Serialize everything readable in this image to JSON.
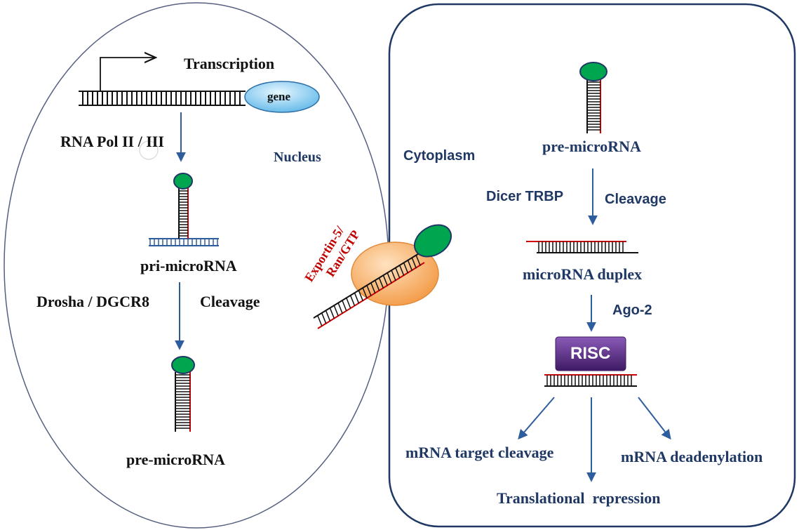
{
  "nucleus": {
    "transcription": "Transcription",
    "gene": "gene",
    "rna_pol": "RNA Pol II / III",
    "nucleus_label": "Nucleus",
    "pri_mirna": "pri-microRNA",
    "drosha": "Drosha / DGCR8",
    "cleavage": "Cleavage",
    "pre_mirna": "pre-microRNA"
  },
  "export": {
    "exportin_line1": "Exportin-5/",
    "exportin_line2": "Ran/GTP"
  },
  "cytoplasm": {
    "cytoplasm_label": "Cytoplasm",
    "pre_mirna": "pre-microRNA",
    "dicer": "Dicer TRBP",
    "cleavage": "Cleavage",
    "duplex": "microRNA duplex",
    "ago2": "Ago-2",
    "risc": "RISC",
    "target_cleavage": "mRNA target cleavage",
    "deadenylation": "mRNA deadenylation",
    "repression": "Translational  repression"
  },
  "colors": {
    "arrow": "#2e5d9e",
    "outline": "#1f3864",
    "loop_green": "#00a550",
    "red_strand": "#d00000",
    "gene_fill": "#8fd3f5",
    "exportin_fill": "#f7b36b",
    "risc_fill": "#5b2a86"
  }
}
